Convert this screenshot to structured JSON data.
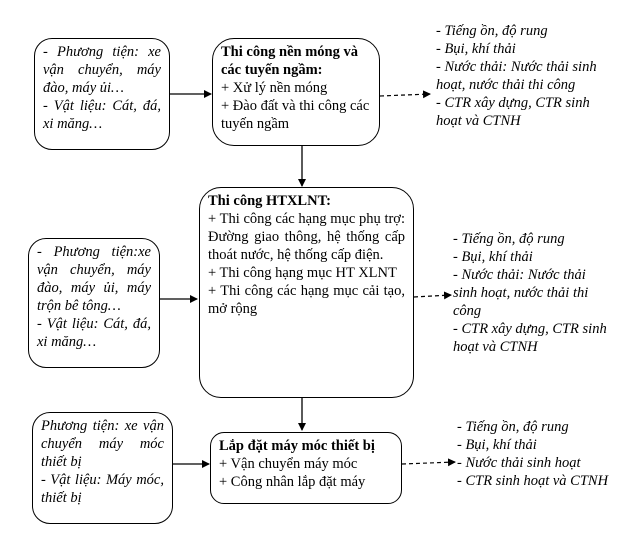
{
  "stages": [
    {
      "inputs": [
        "- Phương tiện: xe vận chuyển, máy đào, máy ủi…",
        "- Vật liệu: Cát, đá, xi măng…"
      ],
      "title": "Thi công nền móng và các tuyến ngầm:",
      "items": [
        "+ Xử lý nền móng",
        "+ Đào đất và thi công các tuyến ngầm"
      ],
      "outputs": [
        "- Tiếng ồn, độ rung",
        "- Bụi, khí thải",
        "- Nước thải: Nước thải sinh hoạt, nước thải thi công",
        "- CTR xây dựng, CTR sinh hoạt và CTNH"
      ]
    },
    {
      "inputs": [
        "- Phương tiện:xe vận chuyển, máy đào, máy ủi, máy trộn bê tông…",
        "- Vật liệu: Cát, đá, xi măng…"
      ],
      "title": "Thi công HTXLNT:",
      "items": [
        "+ Thi công các hạng mục phụ trợ: Đường giao thông, hệ thống cấp thoát nước, hệ thống cấp điện.",
        "+ Thi công hạng mục HT XLNT",
        "+ Thi công các hạng mục cải tạo, mở rộng"
      ],
      "outputs": [
        "- Tiếng ồn, độ rung",
        "- Bụi, khí thải",
        "- Nước thải: Nước thải sinh hoạt, nước thải thi công",
        "- CTR xây dựng, CTR sinh hoạt và CTNH"
      ]
    },
    {
      "inputs": [
        "Phương tiện: xe vận chuyển máy móc thiết bị",
        "- Vật liệu: Máy móc, thiết bị"
      ],
      "title": "Lắp đặt máy móc thiết bị",
      "items": [
        "+ Vận chuyển máy móc",
        "+ Công nhân lắp đặt máy"
      ],
      "outputs": [
        "- Tiếng ồn, độ rung",
        "- Bụi, khí thải",
        "- Nước thải sinh hoạt",
        "- CTR sinh hoạt và CTNH"
      ]
    }
  ]
}
